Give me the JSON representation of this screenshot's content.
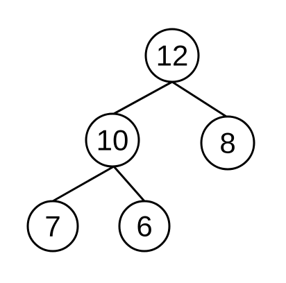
{
  "tree": {
    "nodes": [
      {
        "id": "root",
        "value": "12"
      },
      {
        "id": "left",
        "value": "10"
      },
      {
        "id": "right",
        "value": "8"
      },
      {
        "id": "left-left",
        "value": "7"
      },
      {
        "id": "left-right",
        "value": "6"
      }
    ],
    "edges": [
      {
        "from": "root",
        "to": "left"
      },
      {
        "from": "root",
        "to": "right"
      },
      {
        "from": "left",
        "to": "left-left"
      },
      {
        "from": "left",
        "to": "left-right"
      }
    ]
  }
}
